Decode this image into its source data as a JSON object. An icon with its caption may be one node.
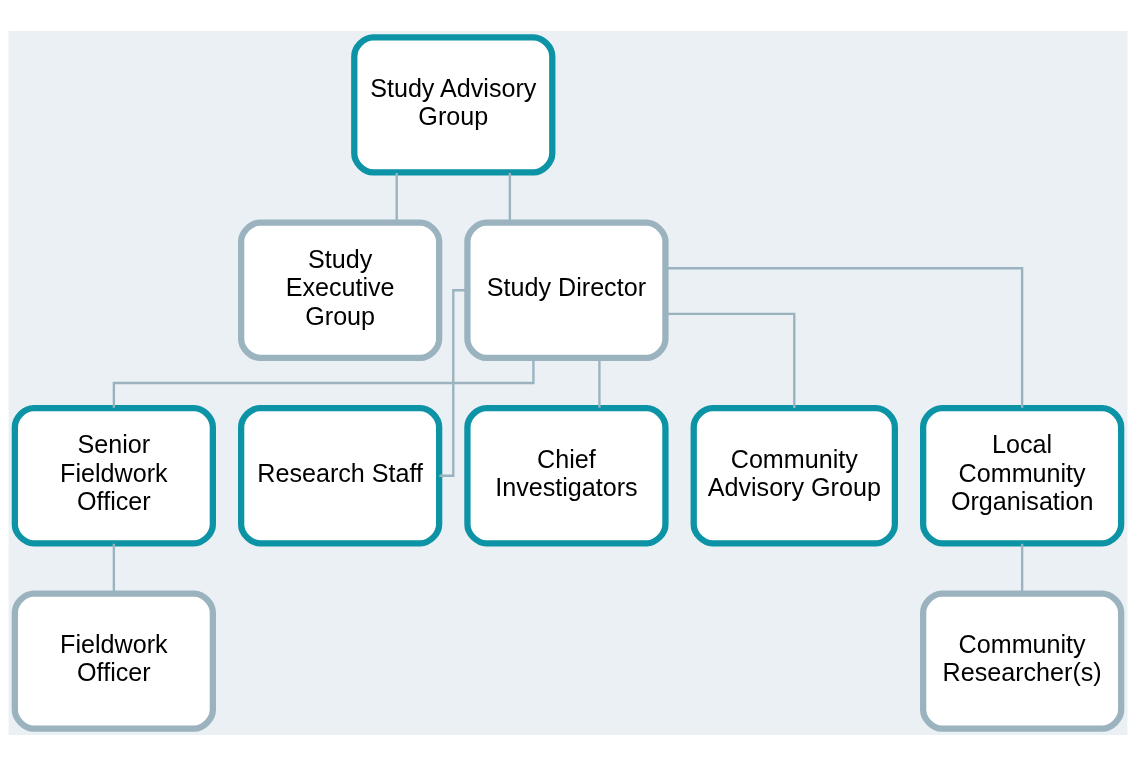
{
  "diagram": {
    "nodes": [
      {
        "text": [
          "Study Advisory Group"
        ]
      },
      {
        "text": [
          "Study Executive Group"
        ]
      },
      {
        "text": [
          "Study Director"
        ]
      },
      {
        "text": [
          "Senior Fieldwork Officer"
        ]
      },
      {
        "text": [
          "Research Staff"
        ]
      },
      {
        "text": [
          "Chief Investigators"
        ]
      },
      {
        "text": [
          "Community Advisory Group"
        ]
      },
      {
        "text": [
          "Local Community Organisation"
        ]
      },
      {
        "text": [
          "Fieldwork Officer"
        ]
      },
      {
        "text": [
          "Community Researcher(s)"
        ]
      }
    ],
    "edges": [
      {
        "from": 0,
        "to": 1,
        "arrow": "none"
      },
      {
        "from": 0,
        "to": 2,
        "arrow": "none"
      },
      {
        "from": 2,
        "to": 3,
        "arrow": "none"
      },
      {
        "from": 2,
        "to": 4,
        "arrow": "none"
      },
      {
        "from": 2,
        "to": 5,
        "arrow": "none"
      },
      {
        "from": 2,
        "to": 6,
        "arrow": "none"
      },
      {
        "from": 2,
        "to": 7,
        "arrow": "none"
      },
      {
        "from": 3,
        "to": 8,
        "arrow": "none"
      },
      {
        "from": 7,
        "to": 9,
        "arrow": "none"
      }
    ]
  }
}
